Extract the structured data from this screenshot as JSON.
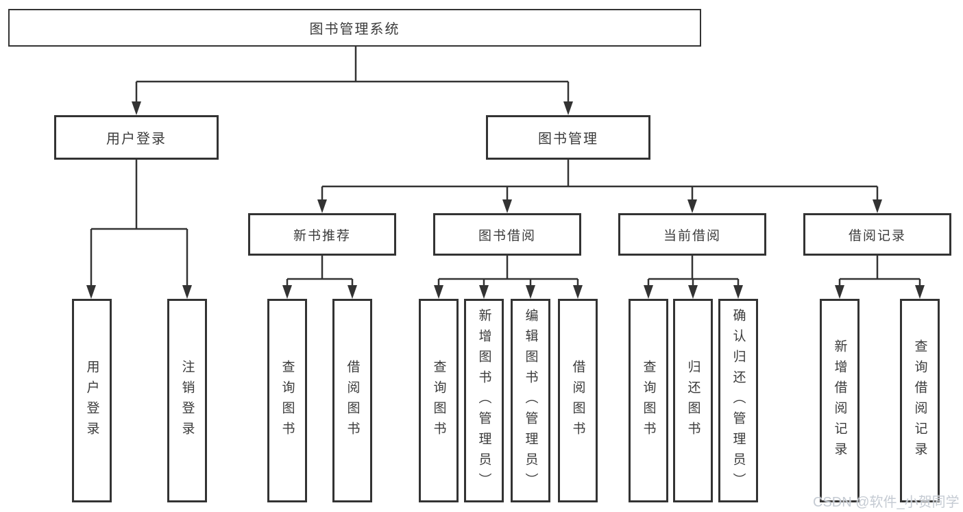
{
  "diagram": {
    "root": {
      "label": "图书管理系统"
    },
    "level2": {
      "user_login": {
        "label": "用户登录"
      },
      "book_mgmt": {
        "label": "图书管理"
      }
    },
    "level3": {
      "new_book": {
        "label": "新书推荐"
      },
      "book_borrow": {
        "label": "图书借阅"
      },
      "current_borrow": {
        "label": "当前借阅"
      },
      "borrow_record": {
        "label": "借阅记录"
      }
    },
    "leaves": {
      "user_login": [
        "用户登录",
        "注销登录"
      ],
      "new_book": [
        "查询图书",
        "借阅图书"
      ],
      "book_borrow": [
        "查询图书",
        "新增图书（管理员）",
        "编辑图书（管理员）",
        "借阅图书"
      ],
      "current_borrow": [
        "查询图书",
        "归还图书",
        "确认归还（管理员）"
      ],
      "borrow_record": [
        "新增借阅记录",
        "查询借阅记录"
      ]
    }
  },
  "watermark": "CSDN @软件_小贺同学",
  "colors": {
    "line": "#333333",
    "box_border": "#333333",
    "text": "#3b3b3b",
    "watermark": "#c5cbd3",
    "background": "#ffffff"
  }
}
